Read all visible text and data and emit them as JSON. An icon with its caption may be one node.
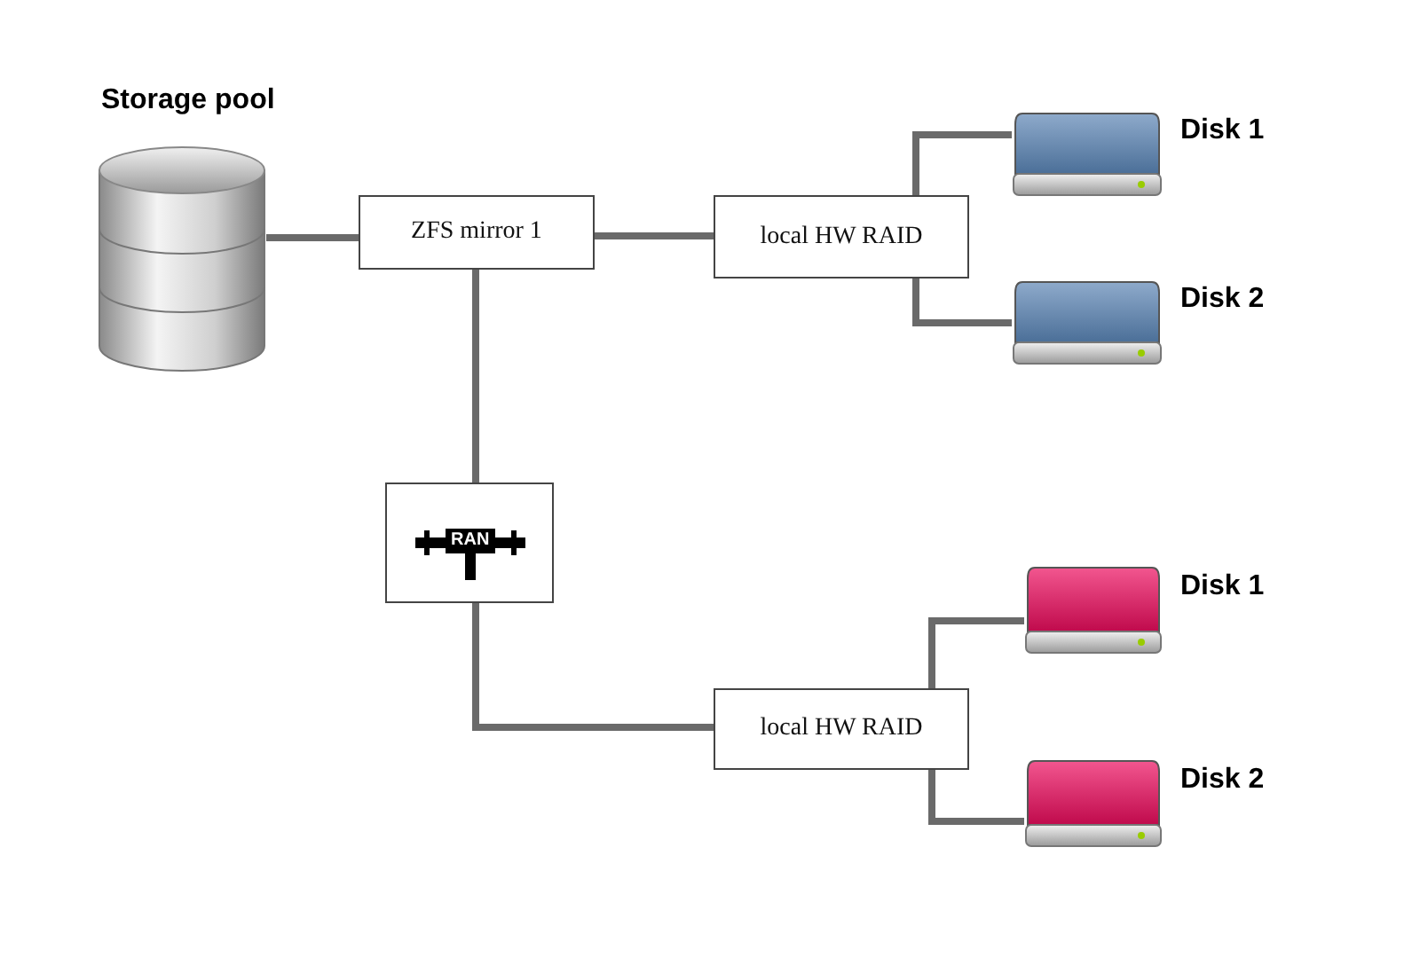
{
  "diagram": {
    "nodes": [
      {
        "text": [
          "Storage pool"
        ]
      },
      {
        "text": [
          "ZFS mirror 1"
        ]
      },
      {
        "text": [
          "local HW RAID"
        ]
      },
      {
        "text": [
          "Disk 1"
        ]
      },
      {
        "text": [
          "Disk 2"
        ]
      },
      {
        "text": [
          "RAN"
        ]
      },
      {
        "text": [
          "local HW RAID"
        ]
      },
      {
        "text": [
          "Disk 1"
        ]
      },
      {
        "text": [
          "Disk 2"
        ]
      }
    ],
    "edges": [
      {
        "from": 0,
        "to": 1,
        "arrow": "none"
      },
      {
        "from": 1,
        "to": 2,
        "arrow": "none"
      },
      {
        "from": 2,
        "to": 3,
        "arrow": "none"
      },
      {
        "from": 2,
        "to": 4,
        "arrow": "none"
      },
      {
        "from": 1,
        "to": 5,
        "arrow": "none"
      },
      {
        "from": 5,
        "to": 6,
        "arrow": "none"
      },
      {
        "from": 6,
        "to": 7,
        "arrow": "none"
      },
      {
        "from": 6,
        "to": 8,
        "arrow": "none"
      }
    ]
  }
}
